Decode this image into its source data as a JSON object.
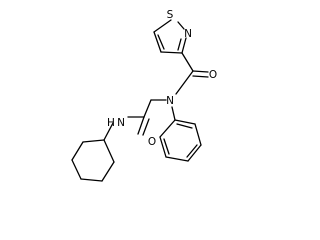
{
  "molecule": {
    "atoms": {
      "s1": "S",
      "n1": "N",
      "o1": "O",
      "n2": "N",
      "o2": "O",
      "nh": "N",
      "h": "H"
    }
  }
}
